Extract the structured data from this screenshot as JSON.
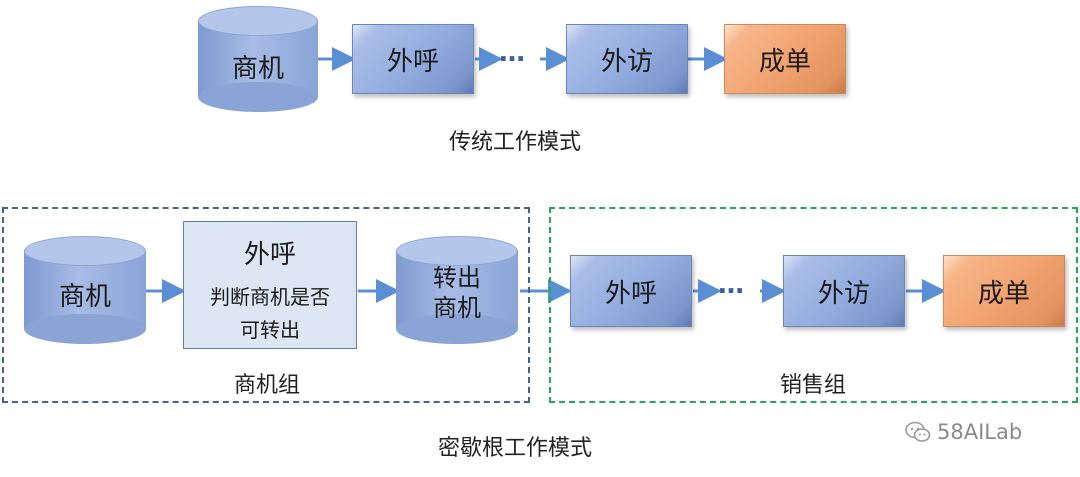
{
  "top": {
    "cylinder": "商机",
    "step1": "外呼",
    "ellipsis": "…",
    "step2": "外访",
    "result": "成单",
    "caption": "传统工作模式"
  },
  "bottom": {
    "cylinder_in": "商机",
    "judge_title": "外呼",
    "judge_line1": "判断商机是否",
    "judge_line2": "可转出",
    "cylinder_out_line1": "转出",
    "cylinder_out_line2": "商机",
    "group1_label": "商机组",
    "step1": "外呼",
    "ellipsis": "…",
    "step2": "外访",
    "result": "成单",
    "group2_label": "销售组",
    "caption": "密歇根工作模式"
  },
  "watermark": "58AILab",
  "colors": {
    "arrow": "#5b8fd4",
    "group1_border": "#3f6690",
    "group2_border": "#22aa4f",
    "result_fill": "#f2a471",
    "step_fill": "#95aee0"
  }
}
